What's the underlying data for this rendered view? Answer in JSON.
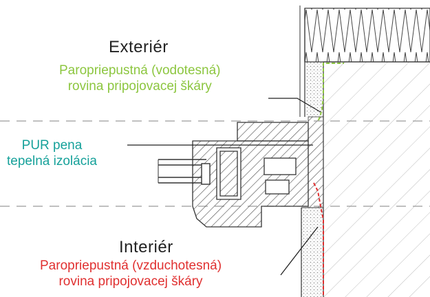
{
  "labels": {
    "exterior": "Exteriér",
    "interior": "Interiér",
    "vapor_water_line1": "Paropriepustná (vodotesná)",
    "vapor_water_line2": "rovina pripojovacej škáry",
    "pur_line1": "PUR pena",
    "pur_line2": "tepelná izolácia",
    "vapor_air_line1": "Paropriepustná (vzduchotesná)",
    "vapor_air_line2": "rovina pripojovacej škáry"
  },
  "colors": {
    "green": "#8cc63f",
    "teal": "#16a19a",
    "red": "#e03030",
    "line": "#222222"
  }
}
